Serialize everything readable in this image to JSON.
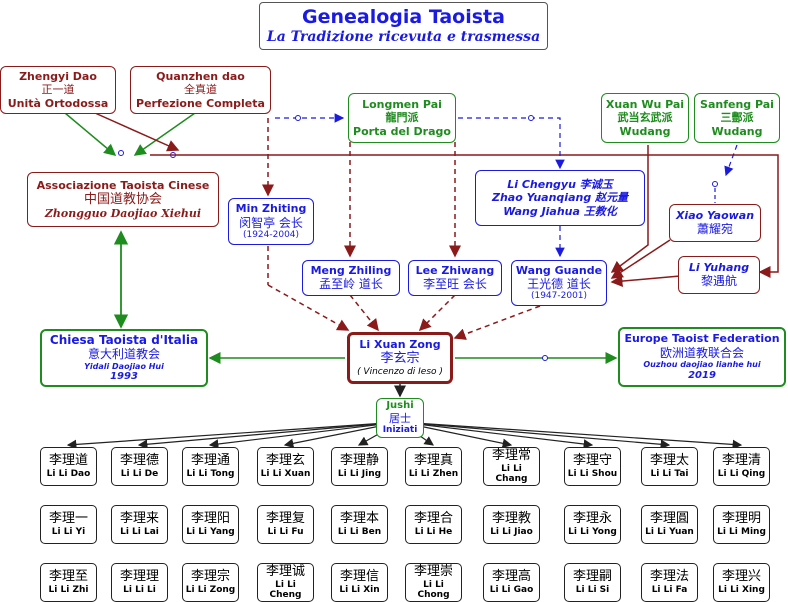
{
  "title": {
    "main": "Genealogia Taoista",
    "sub": "La Tradizione ricevuta e trasmessa"
  },
  "nodes": {
    "zhengyi": {
      "l1": "Zhengyi Dao",
      "l2": "正一道",
      "l3": "Unità Ortodossa"
    },
    "quanzhen": {
      "l1": "Quanzhen dao",
      "l2": "全真道",
      "l3": "Perfezione Completa"
    },
    "longmen": {
      "l1": "Longmen Pai",
      "l2": "龍門派",
      "l3": "Porta del Drago"
    },
    "xuanwu": {
      "l1": "Xuan Wu Pai",
      "l2": "武当玄武派",
      "l3": "Wudang"
    },
    "sanfeng": {
      "l1": "Sanfeng Pai",
      "l2": "三鄷派",
      "l3": "Wudang"
    },
    "assoc": {
      "l1": "Associazione Taoista Cinese",
      "l2": "中国道教协会",
      "l3": "Zhongguo Daojiao Xiehui"
    },
    "minzhiting": {
      "l1": "Min Zhiting",
      "l2": "闵智亭 会长",
      "l3": "(1924-2004)"
    },
    "lichengyu": {
      "l1": "Li Chengyu 李诚玉",
      "l2": "Zhao Yuanqiang 赵元量",
      "l3": "Wang Jiahua 王教化"
    },
    "xiaoyaowan": {
      "l1": "Xiao Yaowan",
      "l2": "蕭耀宛"
    },
    "liyuhang": {
      "l1": "Li Yuhang",
      "l2": "黎遇航"
    },
    "mengzhiling": {
      "l1": "Meng Zhiling",
      "l2": "孟至岭 道长"
    },
    "leezhiwang": {
      "l1": "Lee Zhiwang",
      "l2": "李至旺 会长"
    },
    "wangguande": {
      "l1": "Wang Guande",
      "l2": "王光德 道长",
      "l3": "(1947-2001)"
    },
    "lixuanzong": {
      "l1": "Li Xuan Zong",
      "l2": "李玄宗",
      "l3": "( Vincenzo di Ieso )"
    },
    "chiesa": {
      "l1": "Chiesa Taoista d'Italia",
      "l2": "意大利道教会",
      "l3": "Yidali Daojiao Hui",
      "l4": "1993"
    },
    "europe": {
      "l1": "Europe Taoist Federation",
      "l2": "欧洲道教联合会",
      "l3": "Ouzhou daojiao lianhe hui",
      "l4": "2019"
    },
    "jushi": {
      "l1": "Jushi",
      "l2": "居士",
      "l3": "Iniziati"
    }
  },
  "disciples": [
    [
      {
        "zh": "李理道",
        "py": "Li Li Dao"
      },
      {
        "zh": "李理德",
        "py": "Li Li De"
      },
      {
        "zh": "李理通",
        "py": "Li Li Tong"
      },
      {
        "zh": "李理玄",
        "py": "Li Li Xuan"
      },
      {
        "zh": "李理静",
        "py": "Li Li Jing"
      },
      {
        "zh": "李理真",
        "py": "Li Li Zhen"
      },
      {
        "zh": "李理常",
        "py": "Li Li Chang"
      },
      {
        "zh": "李理守",
        "py": "Li Li Shou"
      },
      {
        "zh": "李理太",
        "py": "Li Li Tai"
      },
      {
        "zh": "李理清",
        "py": "Li Li Qing"
      }
    ],
    [
      {
        "zh": "李理一",
        "py": "Li Li Yi"
      },
      {
        "zh": "李理来",
        "py": "Li Li Lai"
      },
      {
        "zh": "李理阳",
        "py": "Li Li Yang"
      },
      {
        "zh": "李理复",
        "py": "Li Li Fu"
      },
      {
        "zh": "李理本",
        "py": "Li Li Ben"
      },
      {
        "zh": "李理合",
        "py": "Li Li He"
      },
      {
        "zh": "李理教",
        "py": "Li Li Jiao"
      },
      {
        "zh": "李理永",
        "py": "Li Li Yong"
      },
      {
        "zh": "李理圓",
        "py": "Li Li Yuan"
      },
      {
        "zh": "李理明",
        "py": "Li Li Ming"
      }
    ],
    [
      {
        "zh": "李理至",
        "py": "Li Li Zhi"
      },
      {
        "zh": "李理理",
        "py": "Li Li Li"
      },
      {
        "zh": "李理宗",
        "py": "Li Li Zong"
      },
      {
        "zh": "李理诚",
        "py": "Li Li Cheng"
      },
      {
        "zh": "李理信",
        "py": "Li Li Xin"
      },
      {
        "zh": "李理崇",
        "py": "Li Li Chong"
      },
      {
        "zh": "李理高",
        "py": "Li Li Gao"
      },
      {
        "zh": "李理嗣",
        "py": "Li Li Si"
      },
      {
        "zh": "李理法",
        "py": "Li Li Fa"
      },
      {
        "zh": "李理兴",
        "py": "Li Li Xing"
      }
    ]
  ],
  "colors": {
    "red": "#8b1a1a",
    "green": "#1e8c1e",
    "blue": "#1a1ae0",
    "black": "#222222"
  }
}
